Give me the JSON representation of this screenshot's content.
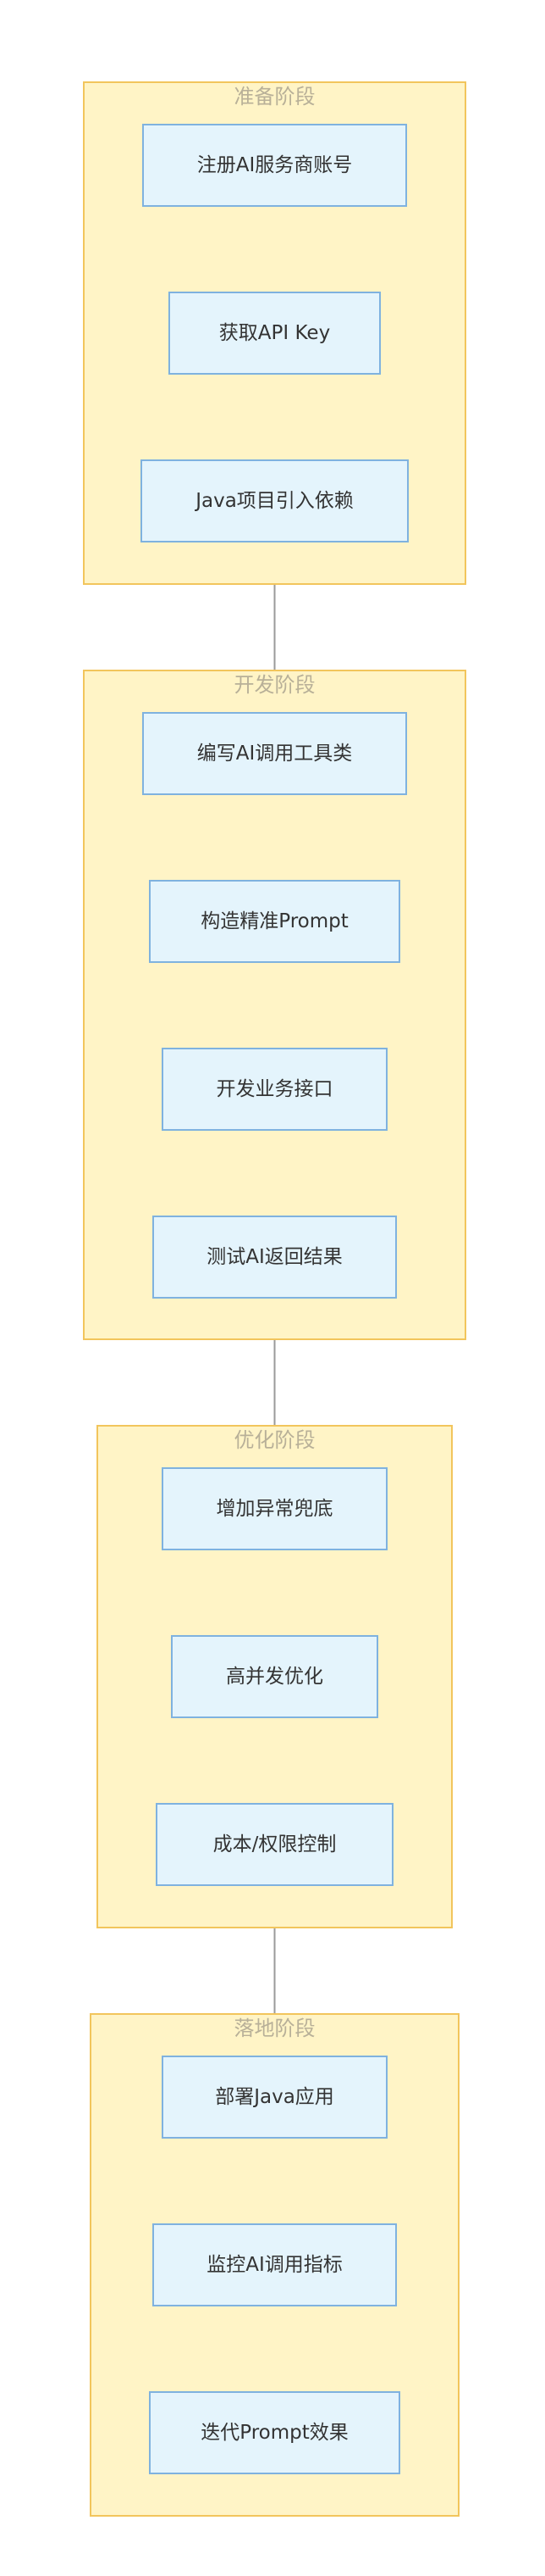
{
  "diagram": {
    "groups": [
      {
        "id": "prep",
        "title": "准备阶段",
        "nodes": [
          {
            "id": "n1",
            "label": "注册AI服务商账号"
          },
          {
            "id": "n2",
            "label": "获取API Key"
          },
          {
            "id": "n3",
            "label": "Java项目引入依赖"
          }
        ]
      },
      {
        "id": "dev",
        "title": "开发阶段",
        "nodes": [
          {
            "id": "n4",
            "label": "编写AI调用工具类"
          },
          {
            "id": "n5",
            "label": "构造精准Prompt"
          },
          {
            "id": "n6",
            "label": "开发业务接口"
          },
          {
            "id": "n7",
            "label": "测试AI返回结果"
          }
        ]
      },
      {
        "id": "opt",
        "title": "优化阶段",
        "nodes": [
          {
            "id": "n8",
            "label": "增加异常兜底"
          },
          {
            "id": "n9",
            "label": "高并发优化"
          },
          {
            "id": "n10",
            "label": "成本/权限控制"
          }
        ]
      },
      {
        "id": "deploy",
        "title": "落地阶段",
        "nodes": [
          {
            "id": "n11",
            "label": "部署Java应用"
          },
          {
            "id": "n12",
            "label": "监控AI调用指标"
          },
          {
            "id": "n13",
            "label": "迭代Prompt效果"
          }
        ]
      }
    ],
    "edges": [
      {
        "from": "n1",
        "to": "n2"
      },
      {
        "from": "n2",
        "to": "n3"
      },
      {
        "from": "n3",
        "to": "n4"
      },
      {
        "from": "n4",
        "to": "n5"
      },
      {
        "from": "n5",
        "to": "n6"
      },
      {
        "from": "n6",
        "to": "n7"
      },
      {
        "from": "n7",
        "to": "n8"
      },
      {
        "from": "n8",
        "to": "n9"
      },
      {
        "from": "n9",
        "to": "n10"
      },
      {
        "from": "n10",
        "to": "n11"
      },
      {
        "from": "n11",
        "to": "n12"
      },
      {
        "from": "n12",
        "to": "n13"
      }
    ],
    "colors": {
      "group_fill": "#fff4c6",
      "group_border": "#f2c55c",
      "group_title": "#b8b098",
      "node_fill": "#e4f4fc",
      "node_border": "#7fb2df",
      "node_text": "#333333",
      "edge": "#9a9a9a"
    }
  }
}
